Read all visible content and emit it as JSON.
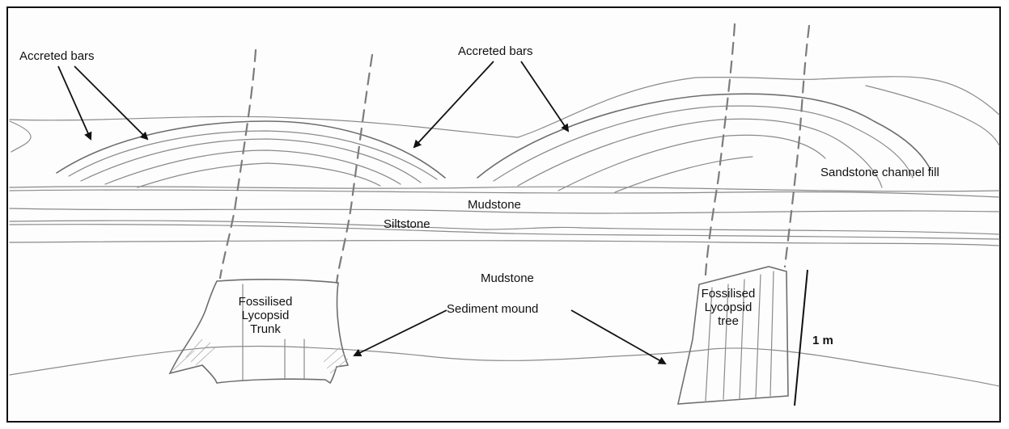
{
  "labels": {
    "accreted_bars_left": "Accreted bars",
    "accreted_bars_center": "Accreted bars",
    "sandstone_channel_fill": "Sandstone channel fill",
    "mudstone_upper": "Mudstone",
    "siltstone": "Siltstone",
    "mudstone_lower": "Mudstone",
    "sediment_mound": "Sediment mound",
    "trunk_left_line1": "Fossilised",
    "trunk_left_line2": "Lycopsid",
    "trunk_left_line3": "Trunk",
    "tree_right_line1": "Fossilised",
    "tree_right_line2": "Lycopsid",
    "tree_right_line3": "tree",
    "scale": "1 m"
  },
  "colors": {
    "frame": "#111111",
    "pencil": "#8a8a8a",
    "arrows": "#111111"
  },
  "icons": [
    "arrow-icon",
    "scale-bar"
  ]
}
